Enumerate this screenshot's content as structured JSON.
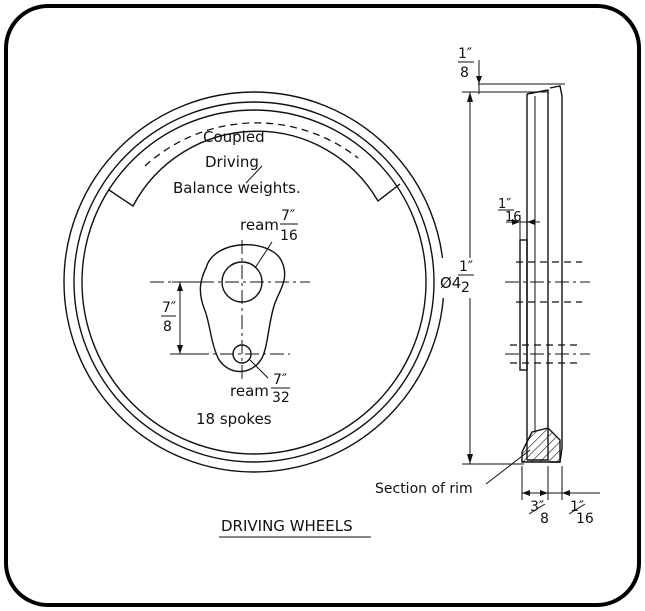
{
  "title": "DRIVING WHEELS",
  "labels": {
    "coupled": "Coupled",
    "driving": "Driving",
    "balance_weights": "Balance weights.",
    "ream_top_prefix": "ream",
    "ream_top_num": "7″",
    "ream_top_den": "16",
    "ream_bottom_prefix": "ream",
    "ream_bottom_num": "7″",
    "ream_bottom_den": "32",
    "spokes": "18 spokes",
    "crank_num": "7″",
    "crank_den": "8",
    "dia_prefix": "Ø4",
    "dia_num": "1″",
    "dia_den": "2",
    "top_num": "1″",
    "top_den": "8",
    "hub_num": "1″",
    "hub_den": "16",
    "section_of_rim": "Section of rim",
    "rim_width_num": "3″",
    "rim_width_den": "8",
    "flange_num": "1″",
    "flange_den": "16"
  }
}
